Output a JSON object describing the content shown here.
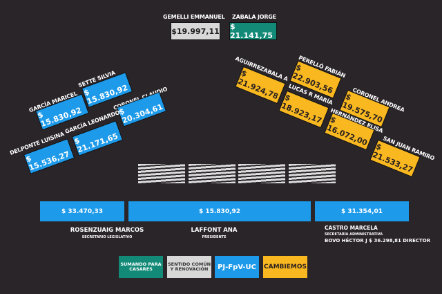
{
  "top": [
    {
      "name": "GEMELLI EMMANUEL",
      "salary": "$19.997,11",
      "color": "#d8d8d8"
    },
    {
      "name": "ZABALA JORGE",
      "salary": "$ 21.141,75",
      "color": "#138a78"
    }
  ],
  "left": [
    {
      "name": "GARCÍA MARICEL",
      "salary": "$ 15.830,92"
    },
    {
      "name": "SETTE SILVIA",
      "salary": "$ 15.830,92"
    },
    {
      "name": "CORONEL CLAUDIO",
      "salary": "$ 20.304,61"
    },
    {
      "name": "GARCÍA LEONARDO",
      "salary": "$ 21.171,65"
    },
    {
      "name": "DELPONTE LUISINA",
      "salary": "$ 15.536,27"
    }
  ],
  "right": [
    {
      "name": "AGUIRREZABALA  A",
      "salary": "$ 21.924,78"
    },
    {
      "name": "PERELLÓ FABIÁN",
      "salary": "$ 22.903,56"
    },
    {
      "name": "CORONEL ANDREA",
      "salary": "$ 19.575,70"
    },
    {
      "name": "LUCAS R MARÍA",
      "salary": "$ 18.923,17"
    },
    {
      "name": "HERNÁNDEZ ELISA",
      "salary": "$ 16.072,00"
    },
    {
      "name": "SAN JUAN RAMIRO",
      "salary": "$ 21.533,27"
    }
  ],
  "bottom": [
    {
      "salary": "$ 33.470,33",
      "name": "ROSENZUAIG MARCOS",
      "role": "SECRETARIO LEGISLATIVO"
    },
    {
      "salary": "$ 15.830,92",
      "name": "LAFFONT ANA",
      "role": "PRESIDENTE"
    },
    {
      "salary": "$ 31.354,01",
      "name": "CASTRO MARCELA",
      "role": "SECRETARÍA ADMINISTRATIVA",
      "extra": "BOVO HÉCTOR J $ 36.298,81  DIRECTOR"
    }
  ],
  "legend": [
    {
      "label": "SUMANDO PARA CASARES",
      "color": "#138a78"
    },
    {
      "label": "SENTIDO COMÚN Y RENOVACIÓN",
      "color": "#d8d8d8"
    },
    {
      "label": "PJ-FpV-UC",
      "color": "#1e9aea"
    },
    {
      "label": "CAMBIEMOS",
      "color": "#f9b820"
    }
  ]
}
